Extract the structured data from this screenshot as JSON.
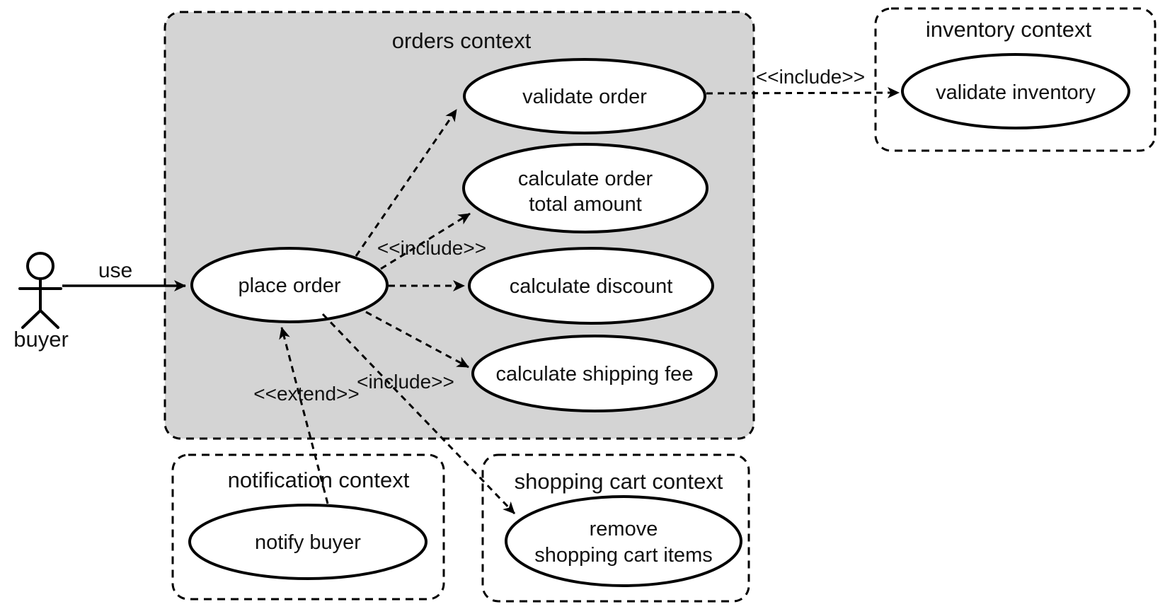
{
  "diagram_type": "UML use case diagram with bounded contexts",
  "actor": {
    "label": "buyer"
  },
  "contexts": {
    "orders": {
      "title": "orders context"
    },
    "inventory": {
      "title": "inventory context"
    },
    "notification": {
      "title": "notification context"
    },
    "shopping_cart": {
      "title": "shopping cart context"
    }
  },
  "use_cases": {
    "place_order": {
      "lines": [
        "place order"
      ]
    },
    "validate_order": {
      "lines": [
        "validate order"
      ]
    },
    "calculate_order_total": {
      "lines": [
        "calculate order",
        "total amount"
      ]
    },
    "calculate_discount": {
      "lines": [
        "calculate discount"
      ]
    },
    "calculate_shipping_fee": {
      "lines": [
        "calculate shipping fee"
      ]
    },
    "validate_inventory": {
      "lines": [
        "validate inventory"
      ]
    },
    "notify_buyer": {
      "lines": [
        "notify buyer"
      ]
    },
    "remove_cart_items": {
      "lines": [
        "remove",
        "shopping cart items"
      ]
    }
  },
  "edge_labels": {
    "use": "use",
    "include_top": "<<include>>",
    "include_bottom": "<include>>",
    "extend": "<<extend>>",
    "include_inventory": "<<include>>"
  },
  "relationships": [
    {
      "from": "buyer",
      "to": "place order",
      "label": "use",
      "style": "solid"
    },
    {
      "from": "place order",
      "to": "validate order",
      "label": "<<include>>",
      "style": "dashed"
    },
    {
      "from": "place order",
      "to": "calculate order total amount",
      "label": "<<include>>",
      "style": "dashed"
    },
    {
      "from": "place order",
      "to": "calculate discount",
      "label": "<<include>>",
      "style": "dashed"
    },
    {
      "from": "place order",
      "to": "calculate shipping fee",
      "label": "<include>>",
      "style": "dashed"
    },
    {
      "from": "validate order",
      "to": "validate inventory",
      "label": "<<include>>",
      "style": "dashed"
    },
    {
      "from": "notify buyer",
      "to": "place order",
      "label": "<<extend>>",
      "style": "dashed"
    },
    {
      "from": "place order",
      "to": "remove shopping cart items",
      "label": "<include>>",
      "style": "dashed"
    }
  ],
  "colors": {
    "background": "#ffffff",
    "orders_context_fill": "#d4d4d4",
    "context_fill": "#ffffff",
    "ellipse_fill": "#ffffff",
    "line": "#000000",
    "actor_head_fill": "#cdeaf7"
  }
}
